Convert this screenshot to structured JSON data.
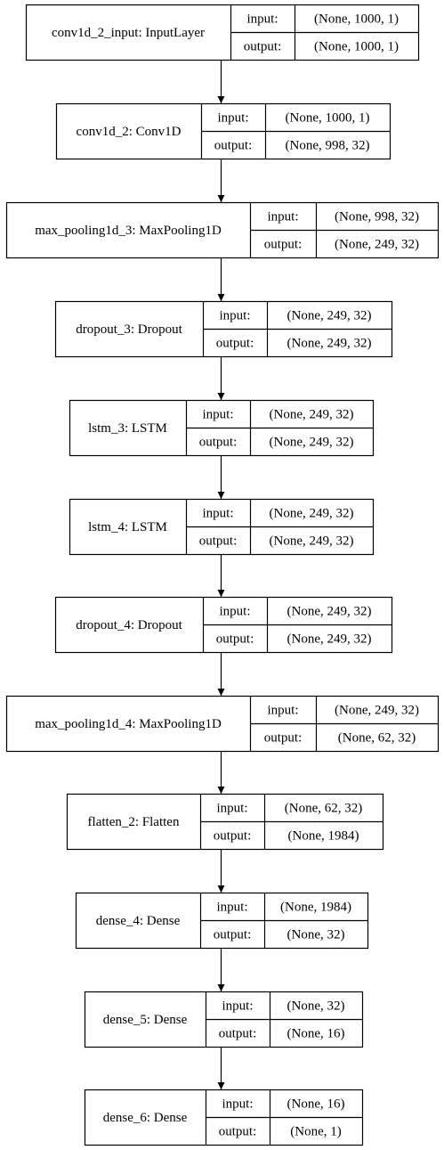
{
  "diagram": {
    "nodes": [
      {
        "name": "conv1d_2_input: InputLayer",
        "in_label": "input:",
        "out_label": "output:",
        "in_value": "(None, 1000, 1)",
        "out_value": "(None, 1000, 1)"
      },
      {
        "name": "conv1d_2: Conv1D",
        "in_label": "input:",
        "out_label": "output:",
        "in_value": "(None, 1000, 1)",
        "out_value": "(None, 998, 32)"
      },
      {
        "name": "max_pooling1d_3: MaxPooling1D",
        "in_label": "input:",
        "out_label": "output:",
        "in_value": "(None, 998, 32)",
        "out_value": "(None, 249, 32)"
      },
      {
        "name": "dropout_3: Dropout",
        "in_label": "input:",
        "out_label": "output:",
        "in_value": "(None, 249, 32)",
        "out_value": "(None, 249, 32)"
      },
      {
        "name": "lstm_3: LSTM",
        "in_label": "input:",
        "out_label": "output:",
        "in_value": "(None, 249, 32)",
        "out_value": "(None, 249, 32)"
      },
      {
        "name": "lstm_4: LSTM",
        "in_label": "input:",
        "out_label": "output:",
        "in_value": "(None, 249, 32)",
        "out_value": "(None, 249, 32)"
      },
      {
        "name": "dropout_4: Dropout",
        "in_label": "input:",
        "out_label": "output:",
        "in_value": "(None, 249, 32)",
        "out_value": "(None, 249, 32)"
      },
      {
        "name": "max_pooling1d_4: MaxPooling1D",
        "in_label": "input:",
        "out_label": "output:",
        "in_value": "(None, 249, 32)",
        "out_value": "(None, 62, 32)"
      },
      {
        "name": "flatten_2: Flatten",
        "in_label": "input:",
        "out_label": "output:",
        "in_value": "(None, 62, 32)",
        "out_value": "(None, 1984)"
      },
      {
        "name": "dense_4: Dense",
        "in_label": "input:",
        "out_label": "output:",
        "in_value": "(None, 1984)",
        "out_value": "(None, 32)"
      },
      {
        "name": "dense_5: Dense",
        "in_label": "input:",
        "out_label": "output:",
        "in_value": "(None, 32)",
        "out_value": "(None, 16)"
      },
      {
        "name": "dense_6: Dense",
        "in_label": "input:",
        "out_label": "output:",
        "in_value": "(None, 16)",
        "out_value": "(None, 1)"
      }
    ]
  }
}
